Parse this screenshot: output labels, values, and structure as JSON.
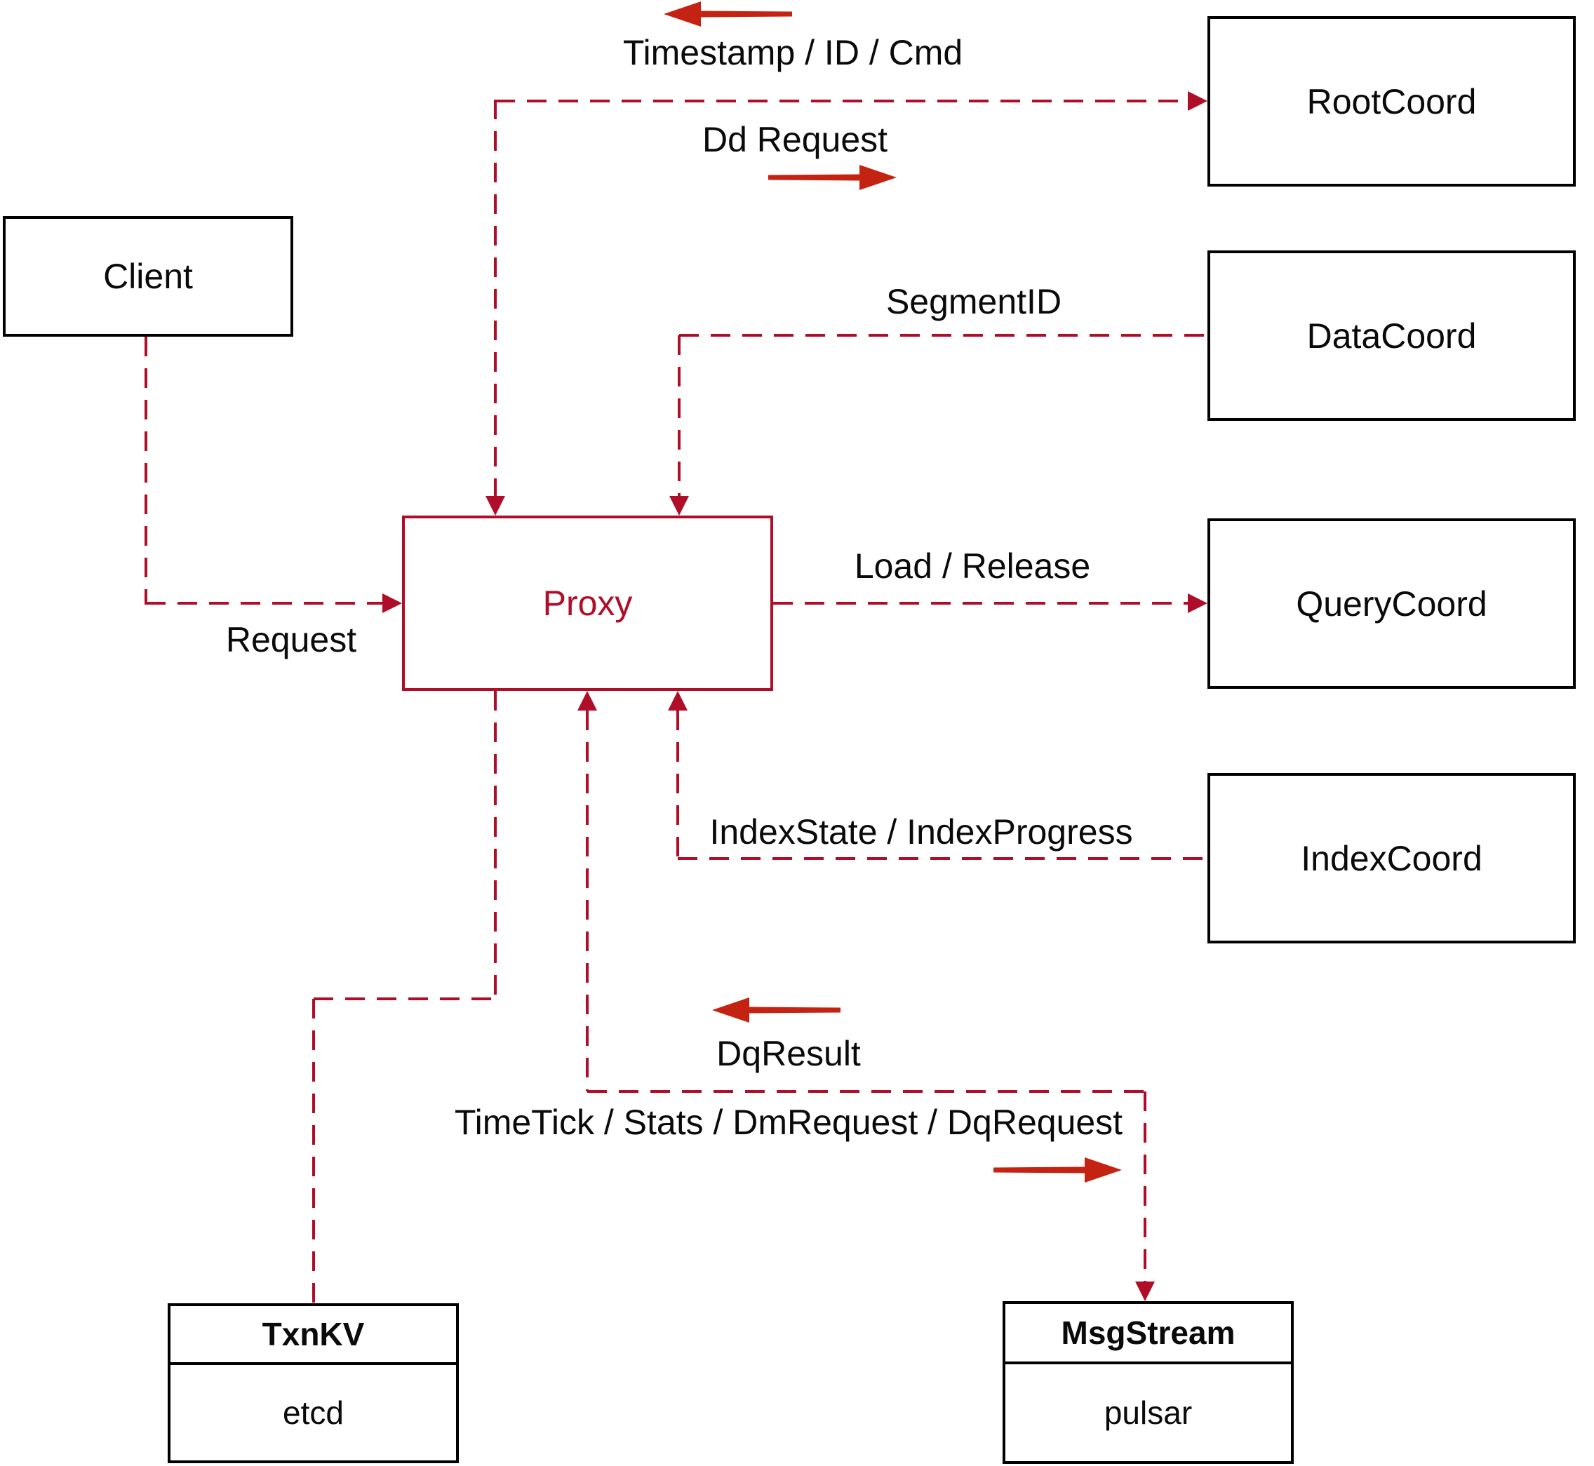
{
  "colors": {
    "line_red": "#b00d28",
    "arrow_red": "#c52311",
    "box_black": "#000000",
    "text_black": "#0a0a0a",
    "background": "#ffffff"
  },
  "nodes": {
    "client": {
      "label": "Client"
    },
    "proxy": {
      "label": "Proxy"
    },
    "root_coord": {
      "label": "RootCoord"
    },
    "data_coord": {
      "label": "DataCoord"
    },
    "query_coord": {
      "label": "QueryCoord"
    },
    "index_coord": {
      "label": "IndexCoord"
    },
    "txn_kv": {
      "title": "TxnKV",
      "implementation": "etcd"
    },
    "msg_stream": {
      "title": "MsgStream",
      "implementation": "pulsar"
    }
  },
  "edge_labels": {
    "request": "Request",
    "timestamp_id_cmd": "Timestamp / ID / Cmd",
    "dd_request": "Dd Request",
    "segment_id": "SegmentID",
    "load_release": "Load / Release",
    "index_state_progress": "IndexState / IndexProgress",
    "dq_result": "DqResult",
    "timetick_stats": "TimeTick / Stats / DmRequest / DqRequest"
  }
}
